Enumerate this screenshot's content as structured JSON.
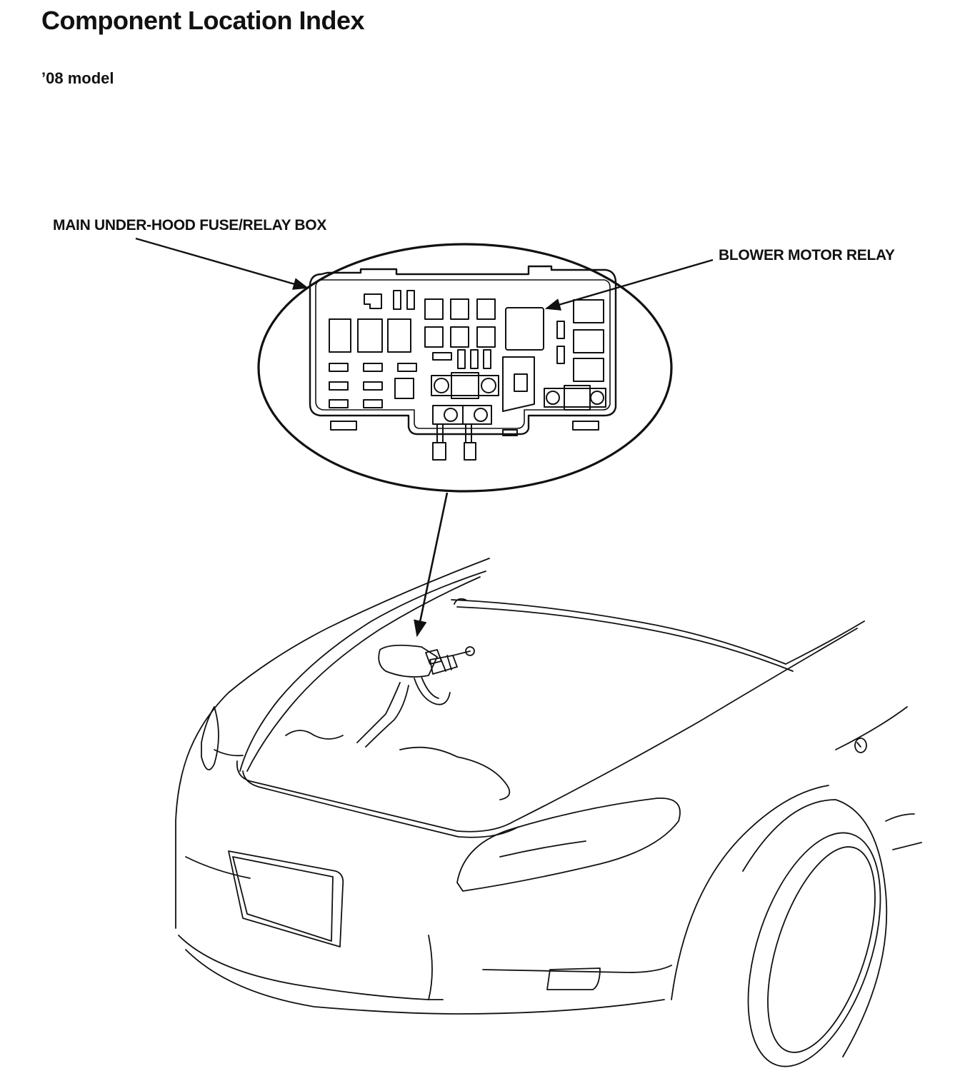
{
  "document": {
    "title": "Component Location Index",
    "subtitle": "’08 model"
  },
  "callouts": {
    "fuse_box": "MAIN UNDER-HOOD FUSE/RELAY BOX",
    "blower_relay": "BLOWER MOTOR RELAY"
  },
  "colors": {
    "ink": "#111111",
    "paper": "#ffffff"
  },
  "icons": [
    "arrow-head-icon"
  ]
}
